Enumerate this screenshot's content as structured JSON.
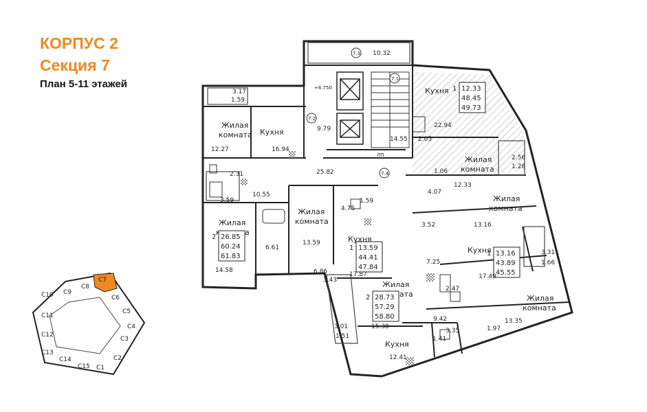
{
  "header": {
    "building": "КОРПУС 2",
    "section": "Секция 7",
    "floors": "План 5-11 этажей"
  },
  "colors": {
    "accent": "#f0891f",
    "wall": "#222222",
    "hatch": "#555555"
  },
  "labels": {
    "kitchen": "Кухня",
    "room_l1": "Жилая",
    "room_l2": "комната",
    "lift_mark": "ЛП",
    "elev_mark": "+6.750"
  },
  "apartments": [
    {
      "id": "apt-a",
      "rooms": "1",
      "living": "12.33",
      "total": "48.45",
      "reduced": "49.73"
    },
    {
      "id": "apt-b",
      "rooms": "2",
      "living": "26.85",
      "total": "60.24",
      "reduced": "61.83"
    },
    {
      "id": "apt-c",
      "rooms": "1",
      "living": "13.59",
      "total": "44.41",
      "reduced": "47.84"
    },
    {
      "id": "apt-d",
      "rooms": "2",
      "living": "28.73",
      "total": "57.29",
      "reduced": "58.80"
    },
    {
      "id": "apt-e",
      "rooms": "1",
      "living": "13.16",
      "total": "43.89",
      "reduced": "45.55"
    }
  ],
  "areas": [
    "10.32",
    "3.17",
    "1.59",
    "12.27",
    "16.94",
    "9.79",
    "14.55",
    "22.94",
    "2.05",
    "2.31",
    "25.82",
    "1.06",
    "3.59",
    "10.55",
    "12.33",
    "4.07",
    "2.56",
    "1.28",
    "4.75",
    "1.59",
    "3.52",
    "13.16",
    "6.61",
    "13.59",
    "14.58",
    "6.86",
    "3.43",
    "17.87",
    "7.25",
    "3.31",
    "1.66",
    "2.47",
    "17.49",
    "15.38",
    "9.42",
    "3.01",
    "1.51",
    "1.41",
    "3.35",
    "1.97",
    "13.35",
    "12.41"
  ],
  "room_codes": [
    "7.3",
    "7.1",
    "7.2",
    "7.4"
  ],
  "keyplan": {
    "sections": [
      "С1",
      "С2",
      "С3",
      "С4",
      "С5",
      "С6",
      "С7",
      "С8",
      "С9",
      "С10",
      "С11",
      "С12",
      "С13",
      "С14",
      "С15"
    ],
    "highlight": "С7"
  }
}
